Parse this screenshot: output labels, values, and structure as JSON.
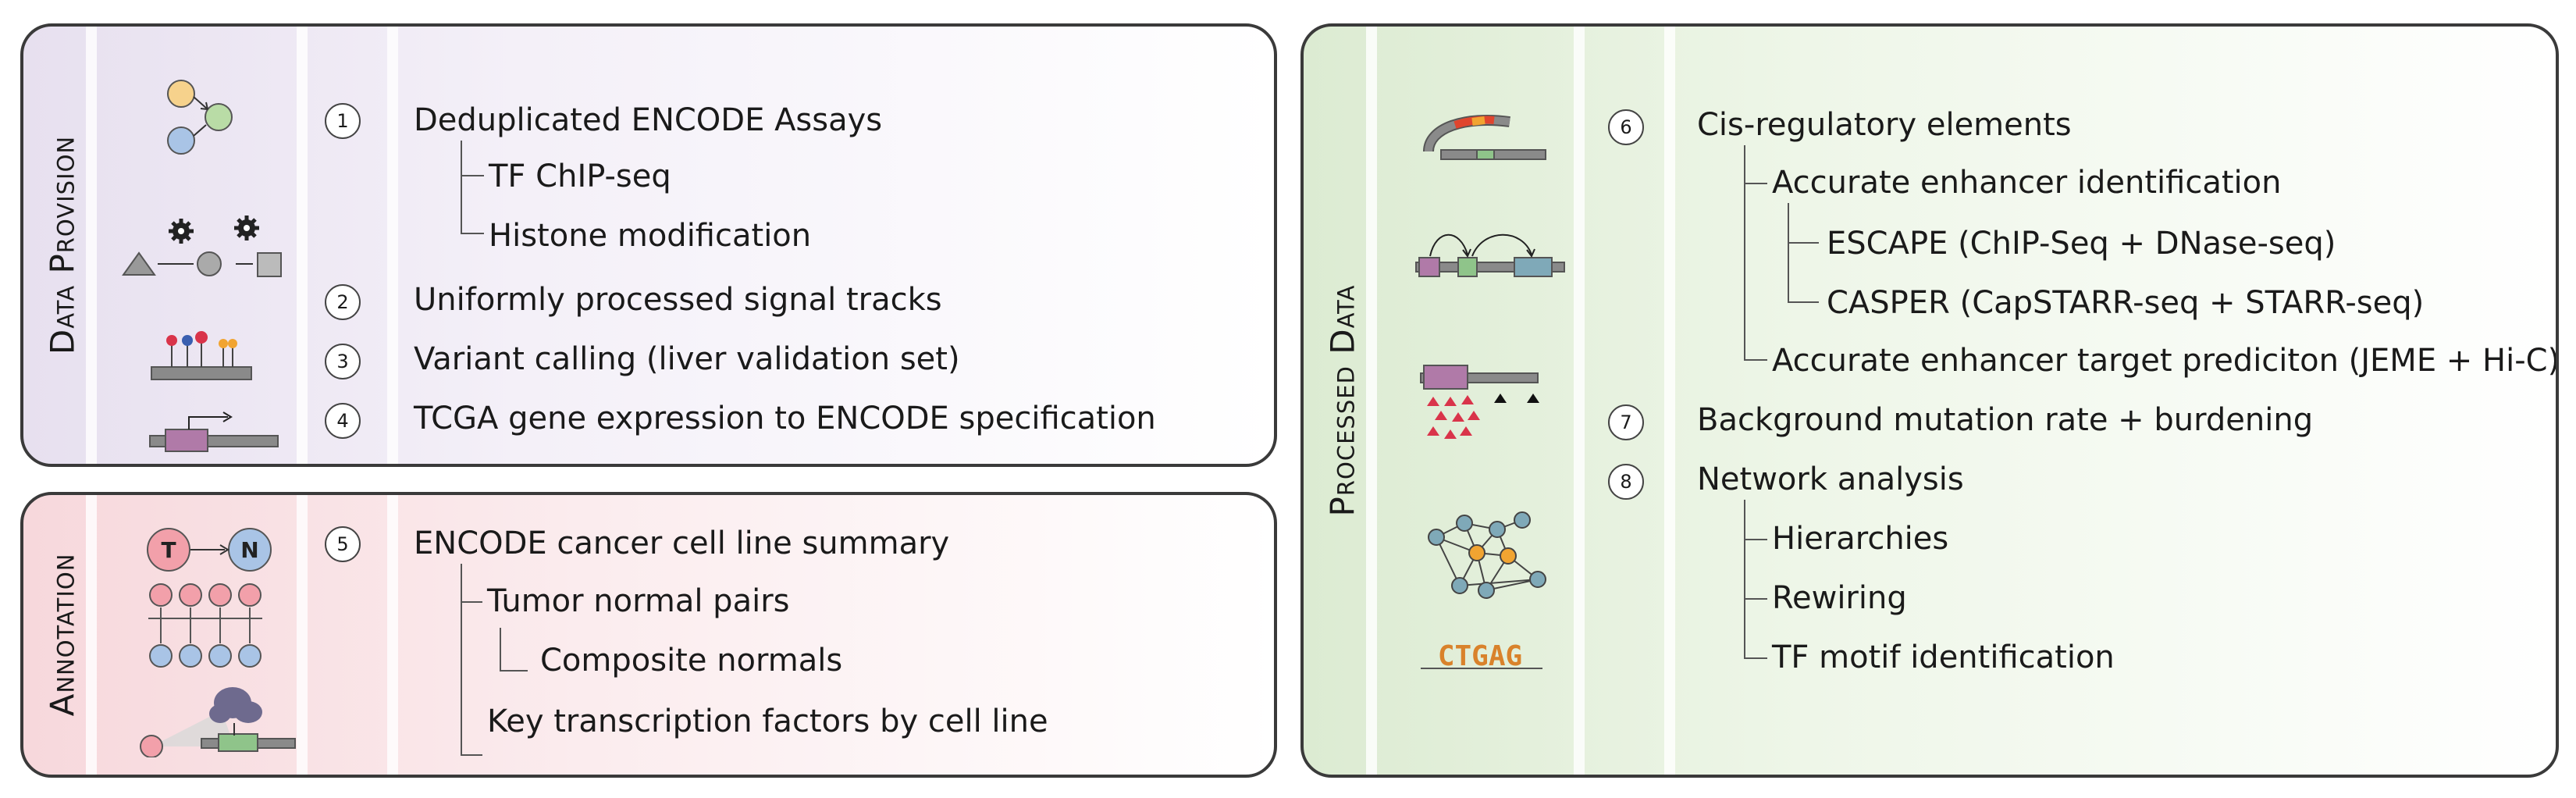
{
  "panels": {
    "provision": {
      "title": "Data Provision",
      "items": {
        "i1": {
          "num": "1",
          "label": "Deduplicated ENCODE Assays"
        },
        "i1a": "TF ChIP-seq",
        "i1b": "Histone modification",
        "i2": {
          "num": "2",
          "label": "Uniformly processed signal tracks"
        },
        "i3": {
          "num": "3",
          "label": "Variant calling (liver validation set)"
        },
        "i4": {
          "num": "4",
          "label": "TCGA gene expression to ENCODE specification"
        }
      }
    },
    "annotation": {
      "title": "Annotation",
      "items": {
        "i5": {
          "num": "5",
          "label": "ENCODE cancer cell line summary"
        },
        "i5a": "Tumor normal pairs",
        "i5a1": "Composite normals",
        "i5b": "Key transcription factors by cell line"
      },
      "icon_text": {
        "tumor": "T",
        "normal": "N"
      }
    },
    "processed": {
      "title": "Processed Data",
      "items": {
        "i6": {
          "num": "6",
          "label": "Cis-regulatory elements"
        },
        "i6a": "Accurate enhancer identification",
        "i6a1": "ESCAPE (ChIP-Seq + DNase-seq)",
        "i6a2": "CASPER (CapSTARR-seq + STARR-seq)",
        "i6b": "Accurate enhancer target prediciton (JEME + Hi-C)",
        "i7": {
          "num": "7",
          "label": "Background mutation rate + burdening"
        },
        "i8": {
          "num": "8",
          "label": "Network analysis"
        },
        "i8a": "Hierarchies",
        "i8b": "Rewiring",
        "i8c": "TF motif identification"
      },
      "icon_text": {
        "motif": "CTGAG"
      }
    }
  },
  "colors": {
    "provision_bg": "#e7e0ef",
    "annotation_bg": "#f7d8dc",
    "processed_bg": "#dcebd2",
    "tumor": "#f2a0aa",
    "normal": "#a9c4e6",
    "gene_box": "#b07aa8",
    "enhancer": "#8fc48a",
    "mutation": "#d9344a"
  }
}
